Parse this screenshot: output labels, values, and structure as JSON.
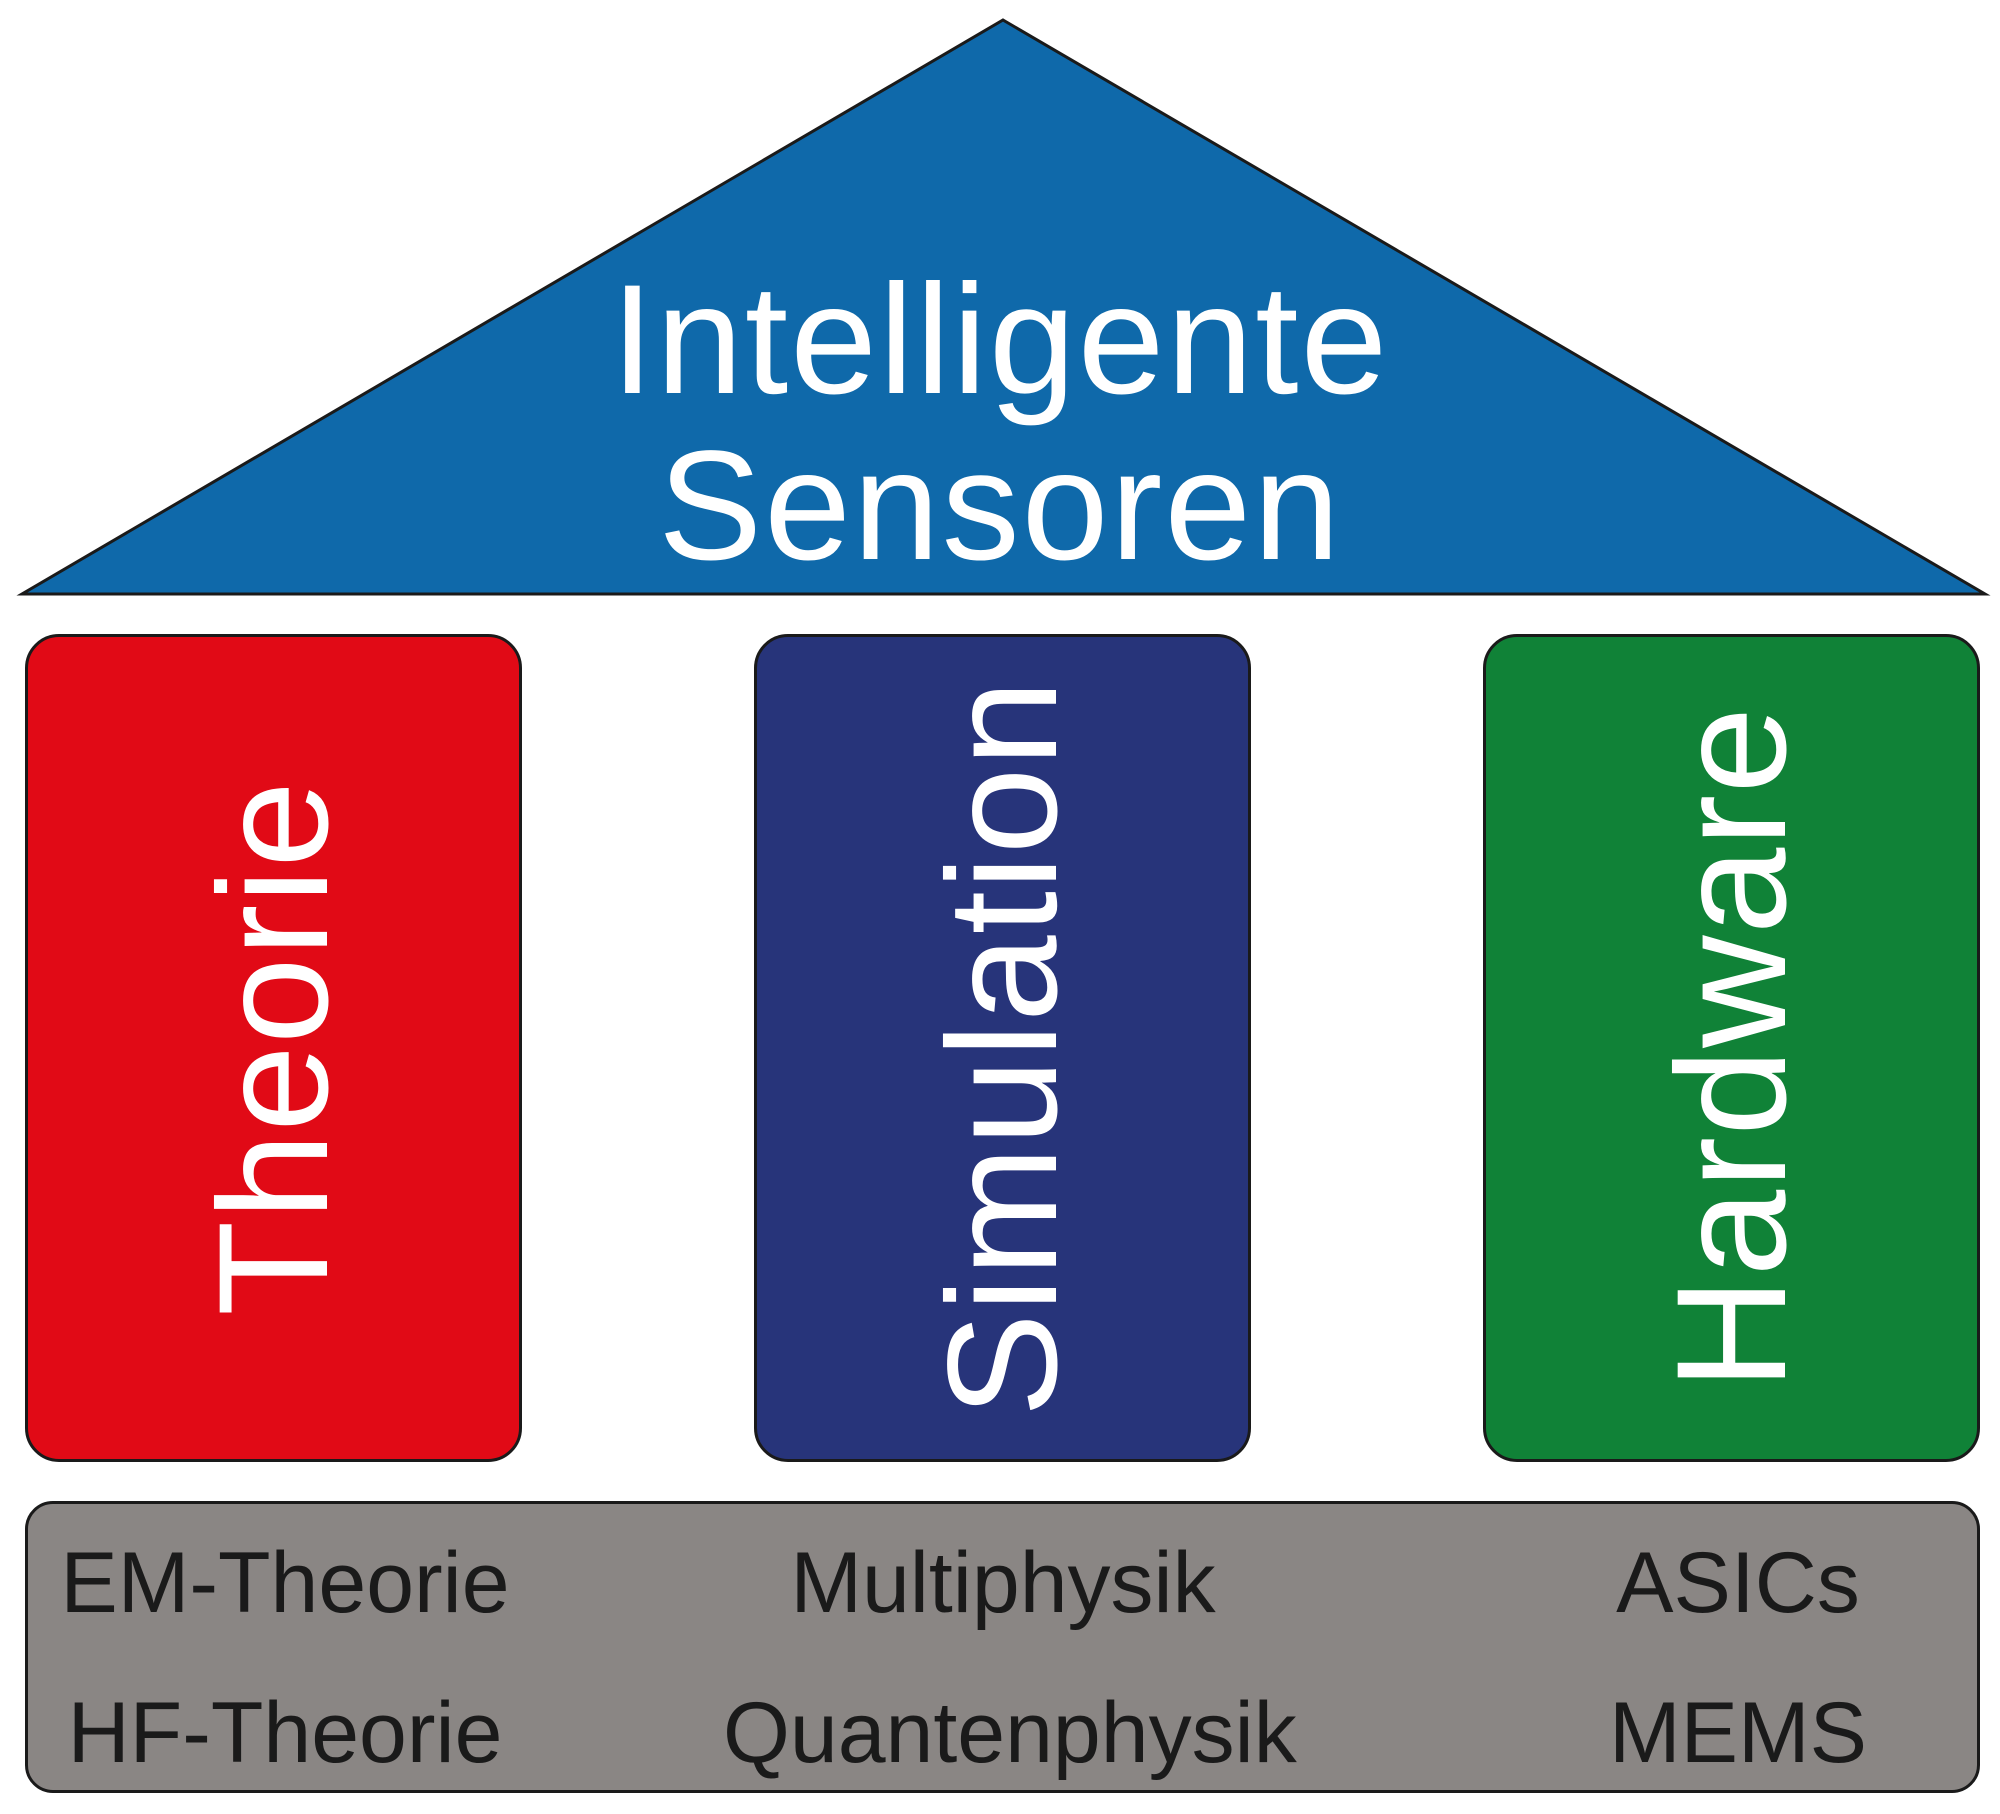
{
  "roof": {
    "line1": "Intelligente",
    "line2": "Sensoren",
    "color": "#0f69aa"
  },
  "pillars": [
    {
      "label": "Theorie",
      "color": "#e10a16"
    },
    {
      "label": "Simulation",
      "color": "#27347a"
    },
    {
      "label": "Hardware",
      "color": "#108237"
    }
  ],
  "foundation": {
    "color": "#8a8684",
    "columns": [
      {
        "items": [
          "EM-Theorie",
          "HF-Theorie"
        ]
      },
      {
        "items": [
          "Multiphysik",
          "Quantenphysik"
        ]
      },
      {
        "items": [
          "ASICs",
          "MEMS"
        ]
      }
    ]
  }
}
